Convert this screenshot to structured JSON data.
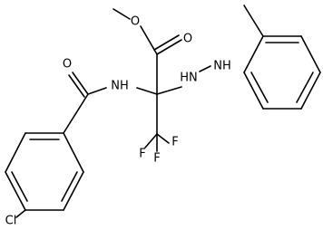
{
  "molecule": {
    "atoms": {
      "O_carbonyl_ester": "O",
      "O_ester": "O",
      "O_amide": "O",
      "N_amide": "NH",
      "N_hydrazine": "HN",
      "F_1": "F",
      "F_2": "F",
      "F_3": "F",
      "Cl": "Cl"
    }
  }
}
